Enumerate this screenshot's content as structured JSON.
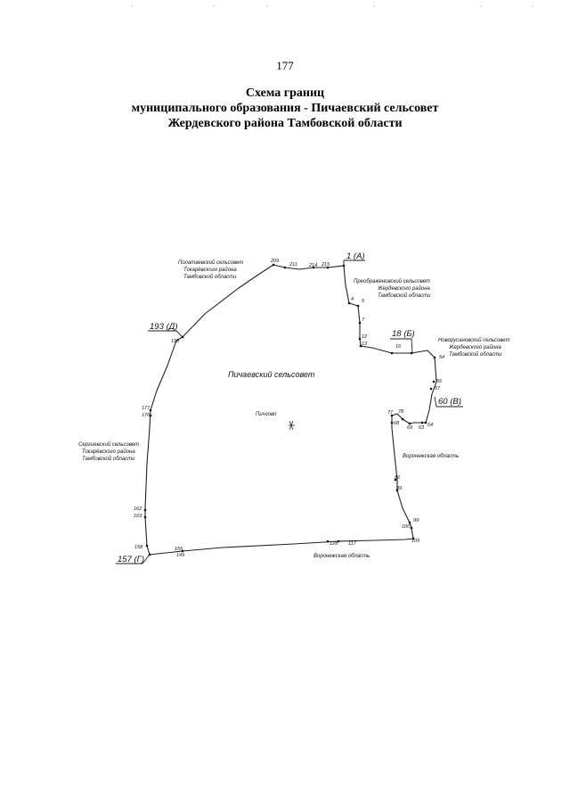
{
  "page_number": "177",
  "title": {
    "line1": "Схема границ",
    "line2": "муниципального образования - Пичаевский сельсовет",
    "line3": "Жердевского района Тамбовской области"
  },
  "map": {
    "center_label": "Пичаевский сельсовет",
    "village_label": "Пичгово",
    "regions": {
      "north_west": [
        "Полатаевский сельсовет",
        "Токарёвского района",
        "Тамбовской области"
      ],
      "north_east": [
        "Преображеновский сельсовет",
        "Жердевского района",
        "Тамбовской области"
      ],
      "east": [
        "Новорусановский сельсовет",
        "Жердевского района",
        "Тамбовской области"
      ],
      "west": [
        "Сергиевский сельсовет",
        "Токарёвского района",
        "Тамбовской области"
      ],
      "south_east": "Воронежская область",
      "south": "Воронежская область"
    },
    "corner_labels": {
      "A": "1 (А)",
      "B": "18 (Б)",
      "V": "60 (В)",
      "G": "157 (Г)",
      "D": "193 (Д)"
    },
    "point_labels": {
      "p209": "209",
      "p211": "211",
      "p214": "214",
      "p215": "215",
      "p4": "4",
      "p5": "5",
      "p7": "7",
      "p12": "12",
      "p13": "13",
      "p16": "16",
      "p54": "54",
      "p55": "55",
      "p57": "57",
      "p77": "77",
      "p78": "78",
      "p68": "68",
      "p69": "69",
      "p63": "63",
      "p64": "64",
      "p86": "86",
      "p89": "89",
      "p99": "99",
      "p100": "100",
      "p105": "105",
      "p117": "117",
      "p128": "128",
      "p155": "155",
      "p149": "149",
      "p158": "158",
      "p162": "162",
      "p163": "163",
      "p177": "177",
      "p176": "176",
      "p198": "198"
    }
  }
}
